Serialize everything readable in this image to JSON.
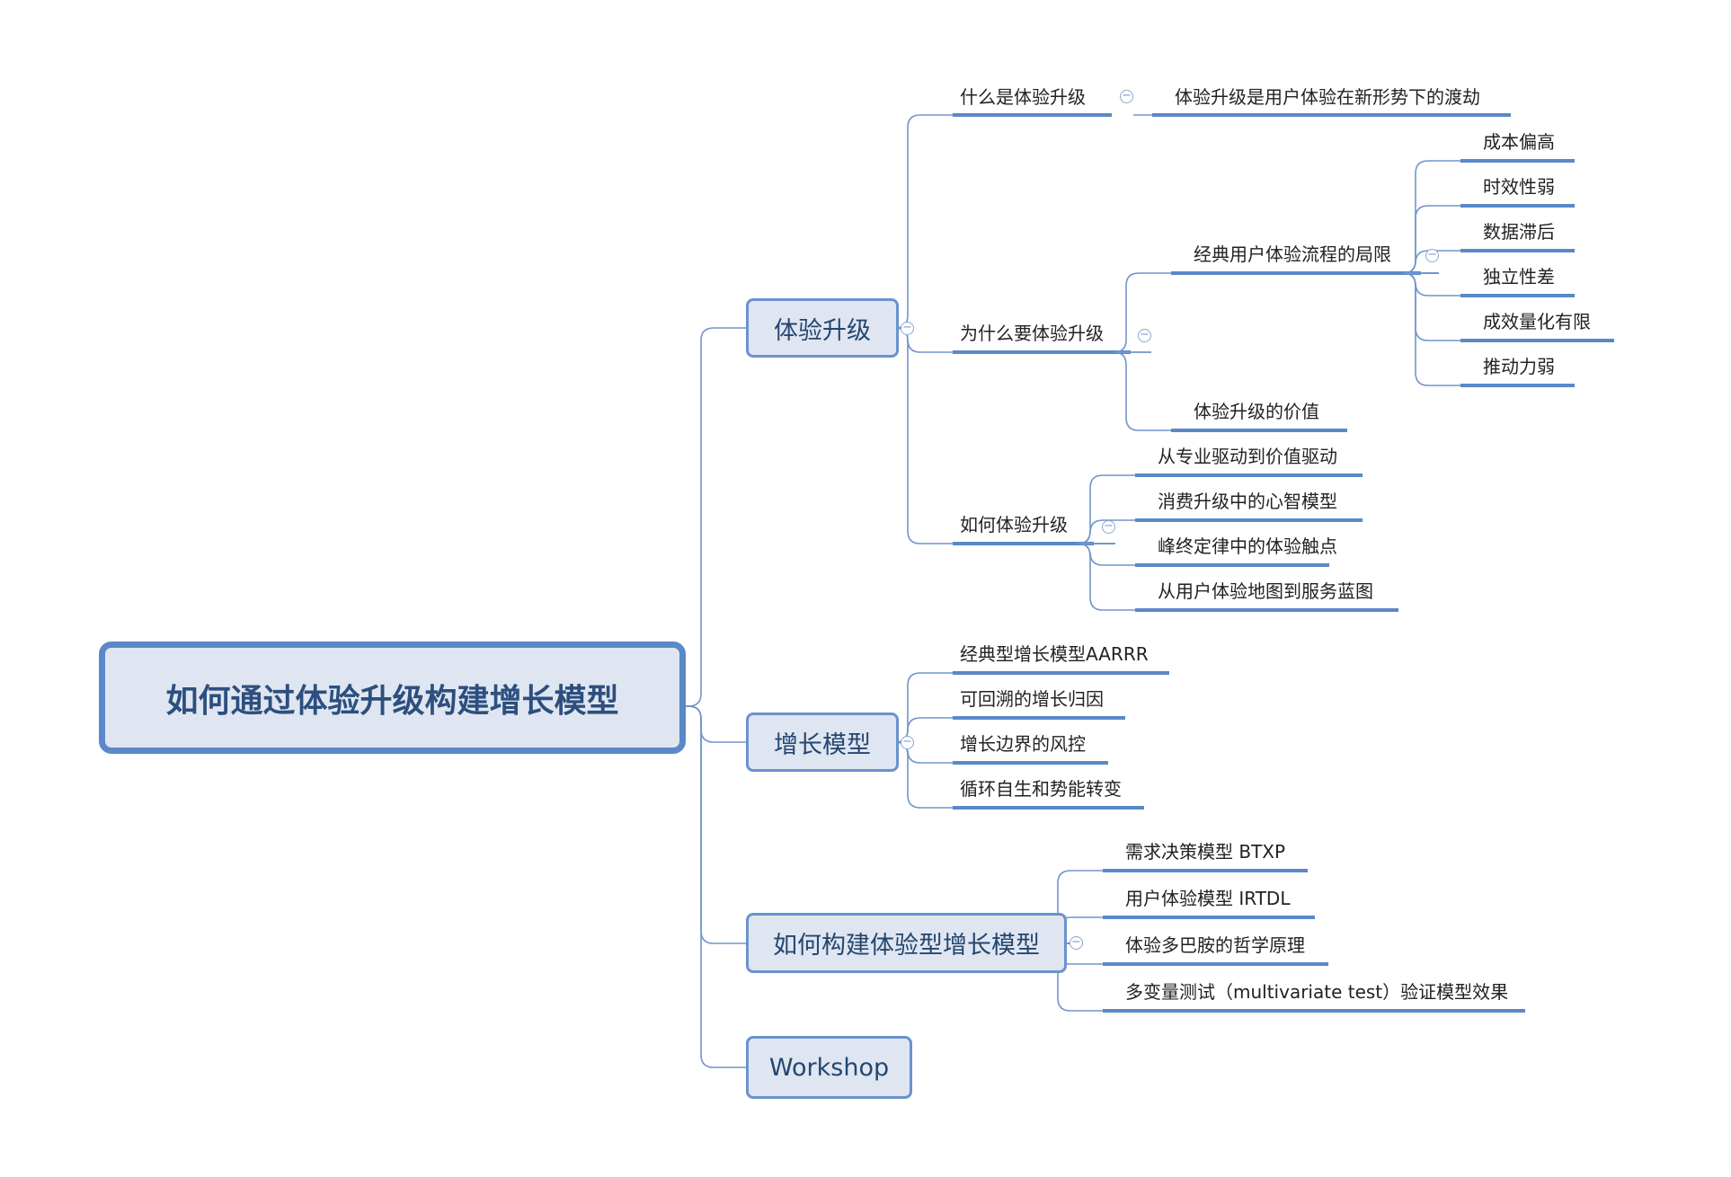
{
  "root": {
    "label": "如何通过体验升级构建增长模型"
  },
  "collapse_glyph": "−",
  "branches": [
    {
      "label": "体验升级",
      "children": [
        {
          "label": "什么是体验升级",
          "children": [
            {
              "label": "体验升级是用户体验在新形势下的渡劫"
            }
          ]
        },
        {
          "label": "为什么要体验升级",
          "children": [
            {
              "label": "经典用户体验流程的局限",
              "children": [
                {
                  "label": "成本偏高"
                },
                {
                  "label": "时效性弱"
                },
                {
                  "label": "数据滞后"
                },
                {
                  "label": "独立性差"
                },
                {
                  "label": "成效量化有限"
                },
                {
                  "label": "推动力弱"
                }
              ]
            },
            {
              "label": "体验升级的价值"
            }
          ]
        },
        {
          "label": "如何体验升级",
          "children": [
            {
              "label": "从专业驱动到价值驱动"
            },
            {
              "label": "消费升级中的心智模型"
            },
            {
              "label": "峰终定律中的体验触点"
            },
            {
              "label": "从用户体验地图到服务蓝图"
            }
          ]
        }
      ]
    },
    {
      "label": "增长模型",
      "children": [
        {
          "label": "经典型增长模型AARRR"
        },
        {
          "label": "可回溯的增长归因"
        },
        {
          "label": "增长边界的风控"
        },
        {
          "label": "循环自生和势能转变"
        }
      ]
    },
    {
      "label": "如何构建体验型增长模型",
      "children": [
        {
          "label": "需求决策模型 BTXP"
        },
        {
          "label": "用户体验模型 IRTDL"
        },
        {
          "label": "体验多巴胺的哲学原理"
        },
        {
          "label": "多变量测试（multivariate test）验证模型效果"
        }
      ]
    },
    {
      "label": "Workshop"
    }
  ],
  "colors": {
    "connector": "#6f95cc",
    "underline": "#5b88c8",
    "box_fill": "#dfe6f1",
    "root_text": "#2c4f7f"
  }
}
